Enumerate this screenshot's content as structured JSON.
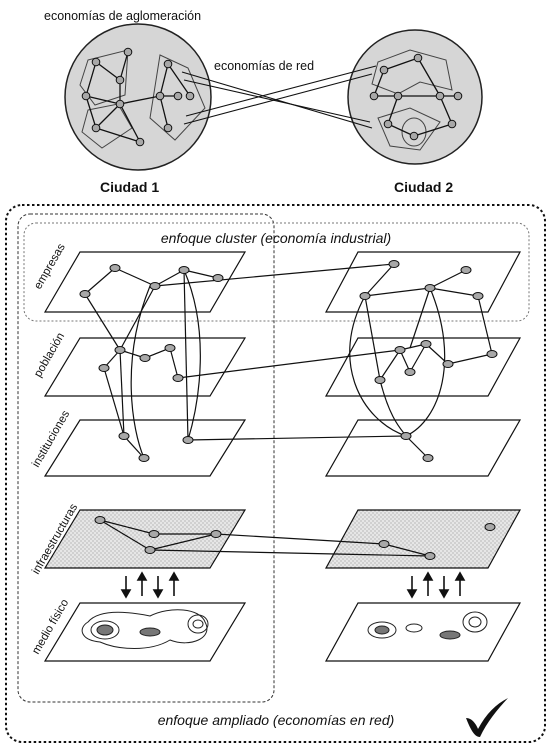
{
  "header": {
    "agglomeration_label": "economías de aglomeración",
    "network_label": "economías de red"
  },
  "cities": {
    "city1": "Ciudad 1",
    "city2": "Ciudad 2"
  },
  "approaches": {
    "cluster": "enfoque cluster (economía industrial)",
    "extended": "enfoque ampliado (economías en red)"
  },
  "layers": {
    "empresas": "empresas",
    "poblacion": "población",
    "instituciones": "instituciones",
    "infraestructuras": "infraestructuras",
    "medio_fisico": "medio físico"
  },
  "icons": {
    "check": "check-mark-icon",
    "arrows": "up-down-arrows-icon"
  }
}
